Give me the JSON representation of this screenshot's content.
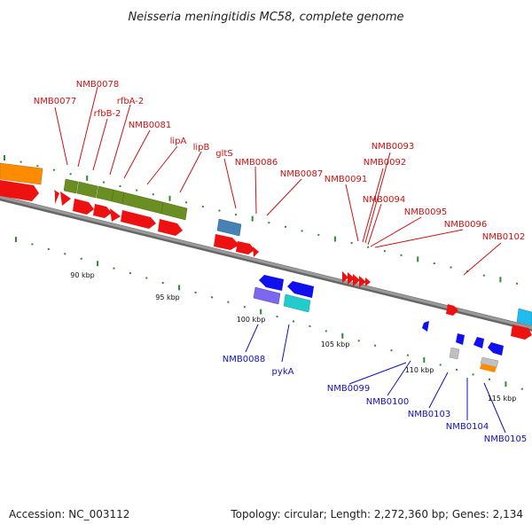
{
  "title": "Neisseria meningitidis MC58, complete genome",
  "footer": {
    "accession": "Accession: NC_003112",
    "summary": "Topology: circular; Length: 2,272,360 bp; Genes: 2,134"
  },
  "colors": {
    "forward_label": "#cc1111",
    "reverse_label": "#1111bb",
    "backbone": "#8a8a8a",
    "tick": "#2e8b2e",
    "red": "#ee1111",
    "olive": "#6b8e23",
    "orange": "#ff8c00",
    "steelblue": "#4682b4",
    "blue": "#1010ee",
    "slateblue": "#7b68ee",
    "cyan": "#22cccc",
    "gray": "#c0c0c0",
    "skyblue": "#22bbee"
  },
  "scale_labels": [
    "90 kbp",
    "95 kbp",
    "100 kbp",
    "105 kbp",
    "110 kbp",
    "115 kbp"
  ],
  "forward_genes": [
    "NMB0077",
    "NMB0078",
    "rfbB-2",
    "rfbA-2",
    "NMB0081",
    "lipA",
    "lipB",
    "gltS",
    "NMB0086",
    "NMB0087",
    "NMB0091",
    "NMB0092",
    "NMB0093",
    "NMB0094",
    "NMB0095",
    "NMB0096",
    "NMB0102"
  ],
  "reverse_genes": [
    "NMB0088",
    "pykA",
    "NMB0099",
    "NMB0100",
    "NMB0103",
    "NMB0104",
    "NMB0105"
  ]
}
